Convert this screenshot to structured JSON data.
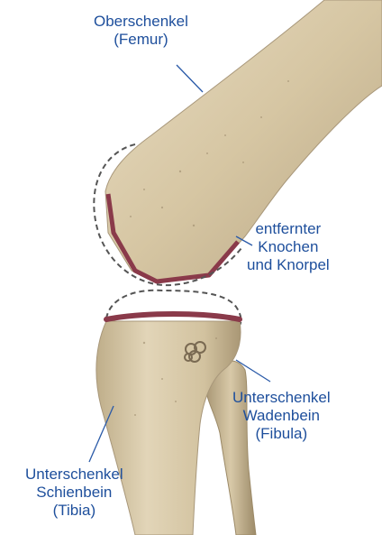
{
  "colors": {
    "label_text": "#1e4f9c",
    "leader_line": "#2a5aa8",
    "bone": "#d8c9a8",
    "bone_shadow": "#a8977a",
    "cut_surface": "#8a3a4a",
    "dashed_outline": "#555555"
  },
  "labels": {
    "femur": {
      "line1": "Oberschenkel",
      "line2": "(Femur)"
    },
    "removed": {
      "line1": "entfernter",
      "line2": "Knochen",
      "line3": "und Knorpel"
    },
    "fibula": {
      "line1": "Unterschenkel",
      "line2": "Wadenbein",
      "line3": "(Fibula)"
    },
    "tibia": {
      "line1": "Unterschenkel",
      "line2": "Schienbein",
      "line3": "(Tibia)"
    }
  }
}
